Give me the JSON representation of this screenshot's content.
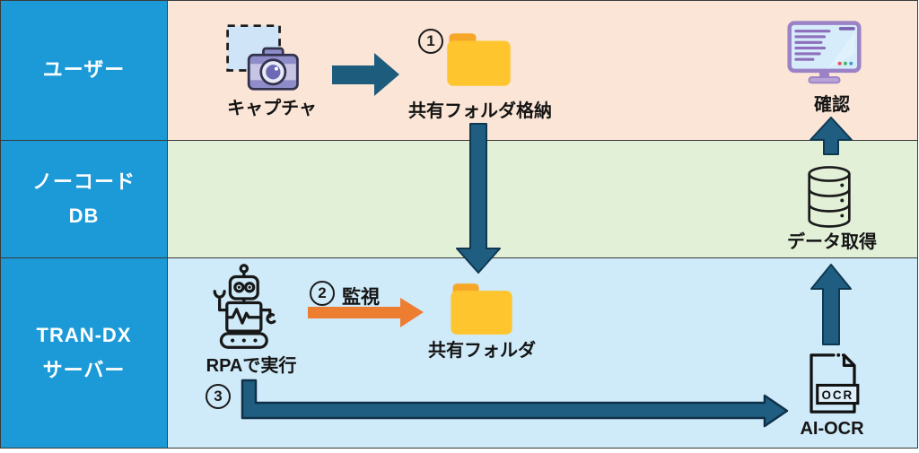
{
  "sidebar": {
    "lanes": [
      {
        "lines": [
          "ユーザー"
        ]
      },
      {
        "lines": [
          "ノーコード",
          "DB"
        ]
      },
      {
        "lines": [
          "TRAN-DX",
          "サーバー"
        ]
      }
    ]
  },
  "nodes": {
    "capture": {
      "label": "キャプチャ"
    },
    "folder_store": {
      "label": "共有フォルダ格納"
    },
    "confirm": {
      "label": "確認"
    },
    "data_fetch": {
      "label": "データ取得"
    },
    "rpa": {
      "label": "RPAで実行"
    },
    "folder_shared": {
      "label": "共有フォルダ"
    },
    "ai_ocr": {
      "label": "AI-OCR",
      "badge": "OCR"
    }
  },
  "steps": {
    "one": "1",
    "two": "2",
    "three": "3"
  },
  "arrows": {
    "watch_label": "監視"
  },
  "colors": {
    "sidebar_blue": "#1b9ad7",
    "band_user": "#fbe5d6",
    "band_nocode_db": "#e2f0d8",
    "band_server": "#cfeaf8",
    "arrow_teal": "#1f5e80",
    "arrow_orange": "#ed7d31",
    "folder_yellow": "#fec52e",
    "folder_tab_orange": "#f7a728",
    "monitor_purple": "#9b82c6"
  }
}
